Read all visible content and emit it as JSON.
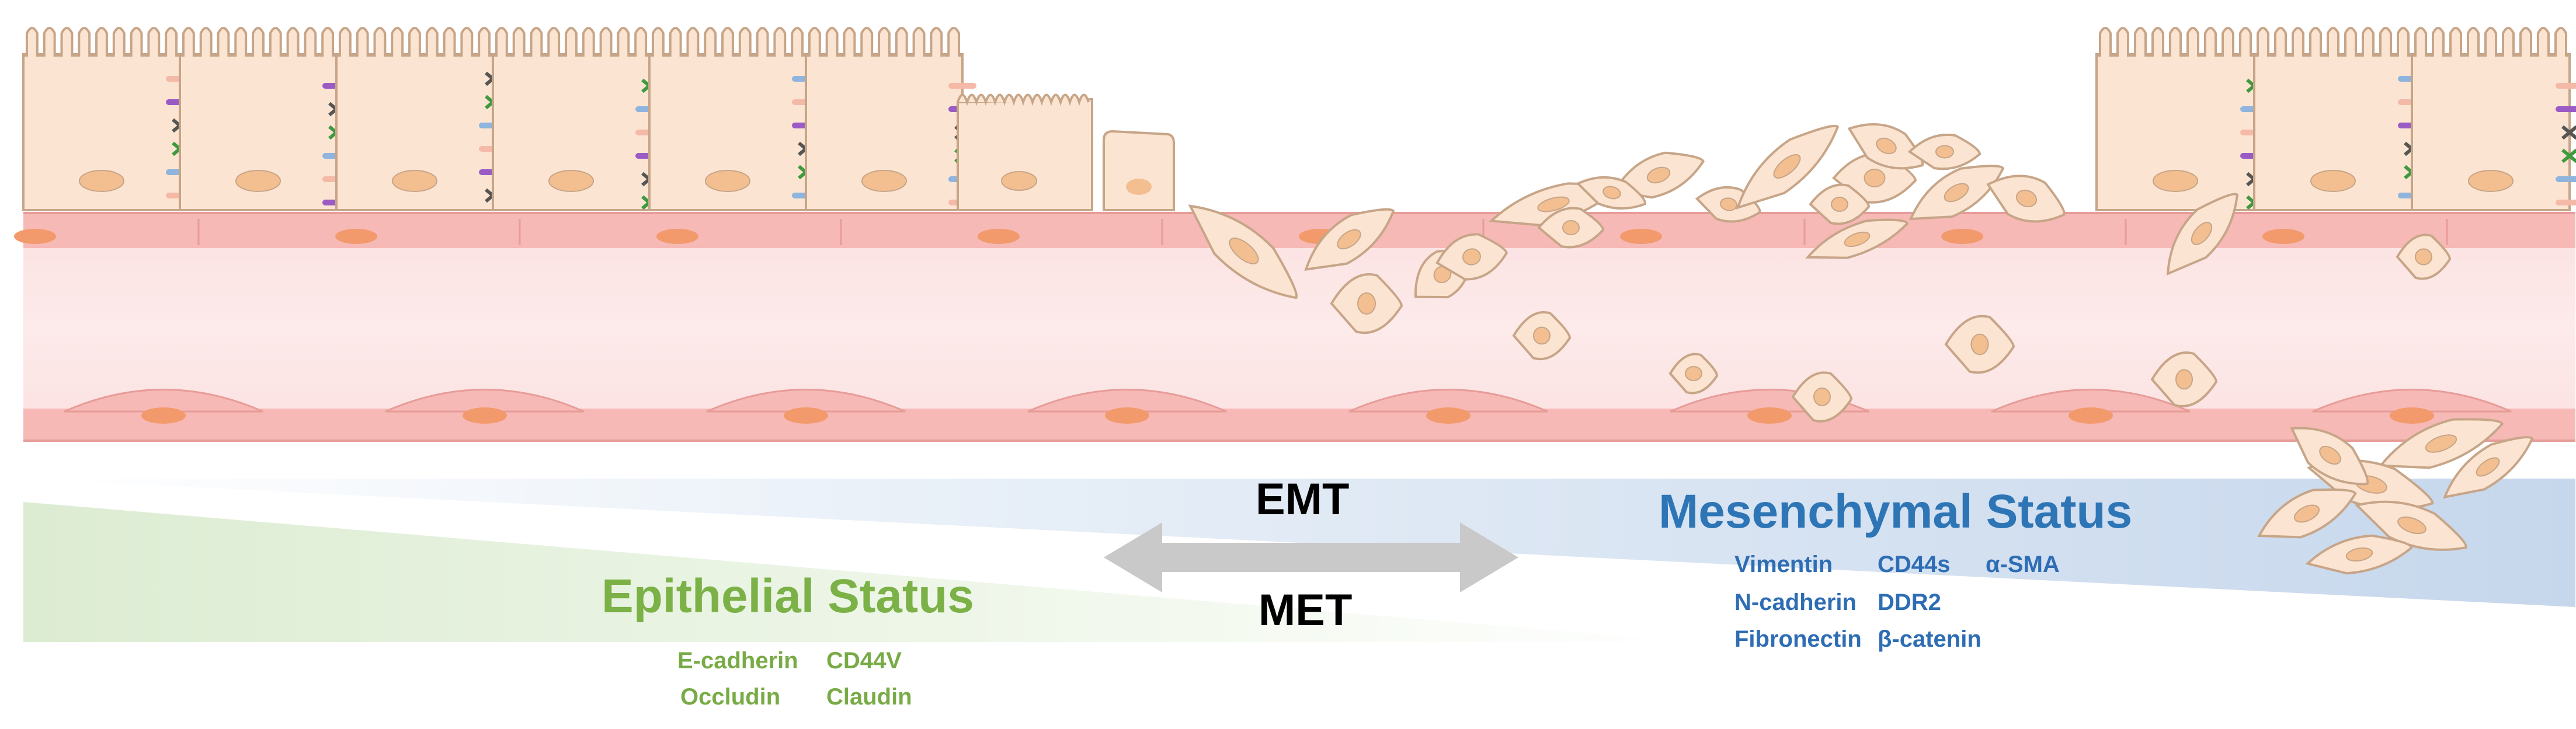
{
  "transition": {
    "forward": "EMT",
    "reverse": "MET"
  },
  "epithelial": {
    "title": "Epithelial Status",
    "color": "#7bb146",
    "markers": [
      "E-cadherin",
      "CD44V",
      "Occludin",
      "Claudin"
    ]
  },
  "mesenchymal": {
    "title": "Mesenchymal Status",
    "color": "#2e75b6",
    "markers": [
      "Vimentin",
      "CD44s",
      "α-SMA",
      "N-cadherin",
      "DDR2",
      "Fibronectin",
      "β-catenin"
    ]
  },
  "palette": {
    "cell_fill": "#fbe5d2",
    "cell_stroke": "#c7a588",
    "nucleus": "#f3bf91",
    "vessel_wall": "#f6b7b4",
    "vessel_lumen": "#fde6e6",
    "endothelial_nucleus": "#f39a6c",
    "mesenchymal_band": "#c8d8ec",
    "epithelial_band": "#e3f0da",
    "arrow": "#c9c9c9"
  }
}
